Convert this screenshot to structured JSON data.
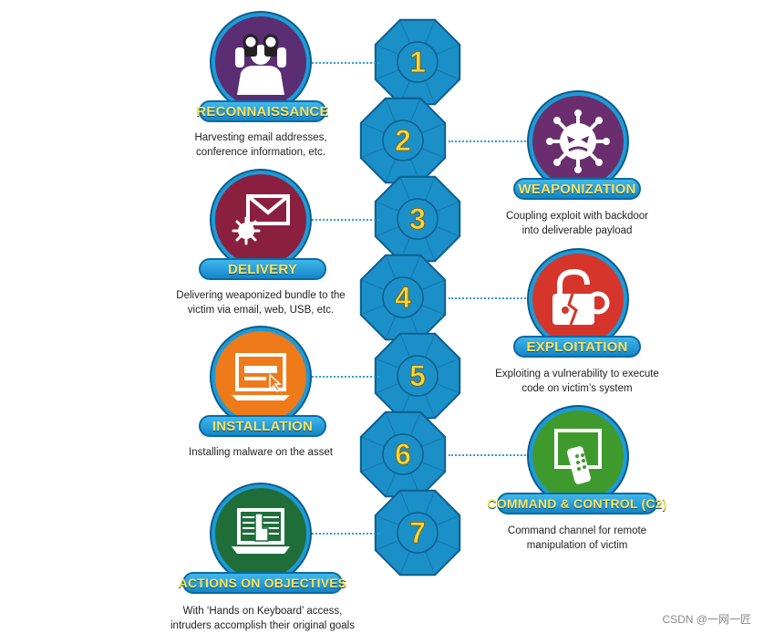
{
  "colors": {
    "hexagon": "#1b8fc8",
    "hexagon_dark": "#0d5f8f",
    "number": "#f5d53b",
    "banner_text": "#ffe25a"
  },
  "stages": [
    {
      "number": "1",
      "title": "RECONNAISSANCE",
      "lines": [
        "Harvesting email addresses,",
        "conference information, etc."
      ],
      "icon": "binoculars-person-icon",
      "color": "#5b2d73"
    },
    {
      "number": "2",
      "title": "WEAPONIZATION",
      "lines": [
        "Coupling exploit with backdoor",
        "into deliverable payload"
      ],
      "icon": "virus-icon",
      "color": "#6a2e6e"
    },
    {
      "number": "3",
      "title": "DELIVERY",
      "lines": [
        "Delivering weaponized bundle to the",
        "victim via email, web, USB, etc."
      ],
      "icon": "envelope-virus-icon",
      "color": "#8b1f3f"
    },
    {
      "number": "4",
      "title": "EXPLOITATION",
      "lines": [
        "Exploiting a vulnerability to execute",
        "code on victim’s system"
      ],
      "icon": "broken-lock-icon",
      "color": "#d5352b"
    },
    {
      "number": "5",
      "title": "INSTALLATION",
      "lines": [
        "Installing malware on the asset"
      ],
      "icon": "install-window-icon",
      "color": "#ef7a1a"
    },
    {
      "number": "6",
      "title": "COMMAND & CONTROL (C2)",
      "lines": [
        "Command channel for remote",
        "manipulation of victim"
      ],
      "icon": "remote-control-icon",
      "color": "#3f9a2d"
    },
    {
      "number": "7",
      "title": "ACTIONS ON OBJECTIVES",
      "lines": [
        "With ‘Hands on Keyboard’ access,",
        "intruders accomplish their original goals"
      ],
      "icon": "laptop-hand-icon",
      "color": "#1f6e3a"
    }
  ],
  "watermark": "CSDN @一网一匠"
}
